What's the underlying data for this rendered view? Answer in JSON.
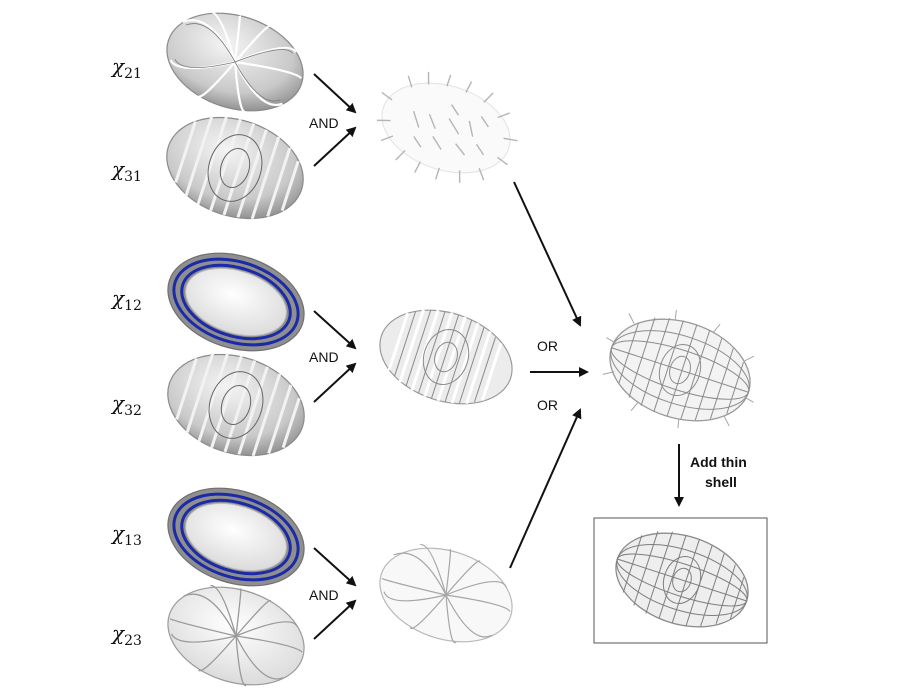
{
  "variables": [
    {
      "symbol": "χ",
      "sub": "21"
    },
    {
      "symbol": "χ",
      "sub": "31"
    },
    {
      "symbol": "χ",
      "sub": "12"
    },
    {
      "symbol": "χ",
      "sub": "32"
    },
    {
      "symbol": "χ",
      "sub": "13"
    },
    {
      "symbol": "χ",
      "sub": "23"
    }
  ],
  "operators": {
    "and_1": "AND",
    "and_2": "AND",
    "and_3": "AND",
    "or_top": "OR",
    "or_bottom": "OR"
  },
  "final_step": {
    "line1": "Add thin",
    "line2": "shell"
  },
  "colors": {
    "shape_fill": "#e6e6e6",
    "shape_shade": "#9a9a9a",
    "shape_line": "#7a7a7a",
    "blue_band": "#1b2aa6",
    "arrow": "#111111"
  }
}
